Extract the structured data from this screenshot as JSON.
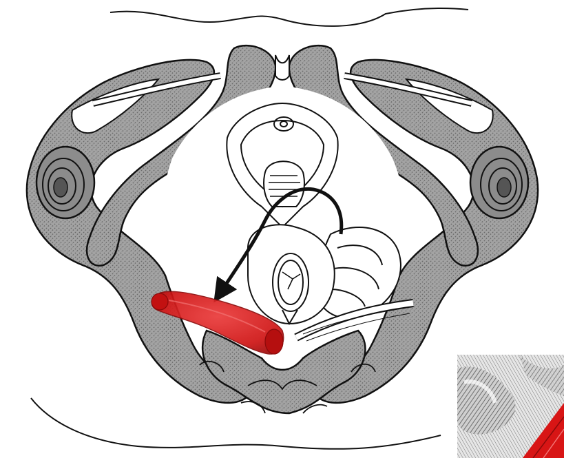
{
  "figure": {
    "kind": "anatomical-line-drawing",
    "subject": "pelvis",
    "colors": {
      "bone_fill": "#9a9a9a",
      "bone_stipple": "#6e6e6e",
      "line": "#111111",
      "soft_tissue": "#ffffff",
      "highlight_muscle": "#d81515",
      "arrow": "#111111"
    },
    "annotations": {
      "highlighted_structure": "red-highlighted-muscle",
      "arrow": "curved-direction-arrow"
    },
    "inset": {
      "present": true,
      "highlight_color": "#d81515"
    }
  }
}
